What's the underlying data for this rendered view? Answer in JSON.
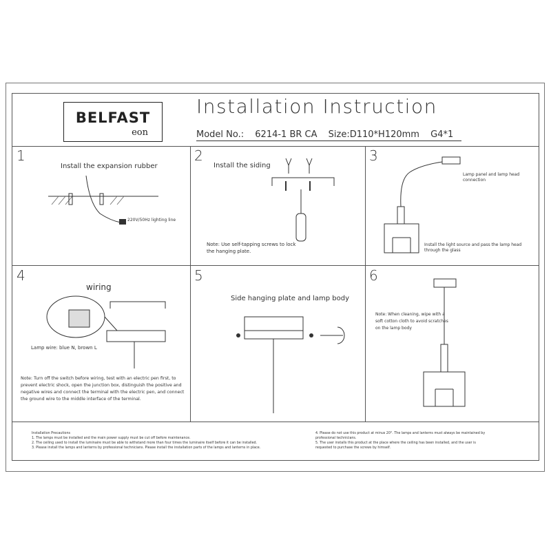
{
  "header": {
    "brand": "BELFAST",
    "brand_sub": "eon",
    "title": "Installation Instruction",
    "model_label": "Model No.:",
    "model_value": "6214-1 BR CA",
    "size": "Size:D110*H120mm",
    "bulb": "G4*1"
  },
  "steps": [
    {
      "number": "1",
      "caption": "Install the expansion rubber",
      "label": "220V/50Hz lighting line"
    },
    {
      "number": "2",
      "caption": "Install the siding",
      "note": "Note: Use self-tapping screws to lock the hanging plate."
    },
    {
      "number": "3",
      "label": "Lamp panel and lamp head connection",
      "note": "Install the light source and pass the lamp head through the glass"
    },
    {
      "number": "4",
      "caption": "wiring",
      "label": "Lamp wire: blue N, brown L",
      "note": "Note: Turn off the switch before wiring, test with an electric pen first, to prevent electric shock, open the junction box, distinguish the positive and negative wires and connect the terminal with the electric pen, and connect the ground wire to the middle interface of the terminal."
    },
    {
      "number": "5",
      "caption": "Side hanging plate and lamp body"
    },
    {
      "number": "6",
      "note": "Note: When cleaning, wipe with a soft cotton cloth to avoid scratches on the lamp body"
    }
  ],
  "precautions": {
    "title": "Installation Precautions",
    "items": [
      "1. The lamps must be installed and the main power supply must be cut off before maintenance.",
      "2. The ceiling used to install the luminaire must be able to withstand more than four times the luminaire itself before it can be installed.",
      "3. Please install the lamps and lanterns by professional technicians. Please install the installation parts of the lamps and lanterns in place.",
      "4. Please do not use this product at minus 20°. The lamps and lanterns must always be maintained by professional technicians.",
      "5. The user installs this product at the place where the ceiling has been installed, and the user is requested to purchase the screws by himself."
    ]
  }
}
